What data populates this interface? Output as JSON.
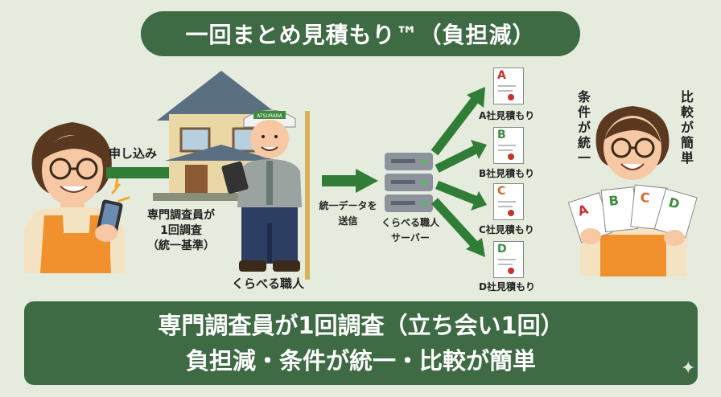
{
  "title": "一回まとめ見積もり™（負担減）",
  "flow": {
    "apply_label": "申し込み",
    "inspector_desc": [
      "専門調査員が",
      "1回調査",
      "（統一基準）"
    ],
    "inspector_name": "くらべる職人",
    "send_label": [
      "統一データを",
      "送信"
    ],
    "server_name": [
      "くらべる職人",
      "サーバー"
    ],
    "estimates": [
      {
        "letter": "A",
        "label": "A社見積もり",
        "color": "#c9302c"
      },
      {
        "letter": "B",
        "label": "B社見積もり",
        "color": "#3e8b3e"
      },
      {
        "letter": "C",
        "label": "C社見積もり",
        "color": "#d8662a"
      },
      {
        "letter": "D",
        "label": "D社見積もり",
        "color": "#3e8b3e"
      }
    ],
    "conditions_label": "条件が統一",
    "compare_label": "比較が簡単",
    "cap_text": "ATSURARA"
  },
  "banner": {
    "line1": "専門調査員が1回調査（立ち会い1回）",
    "line2": "負担減・条件が統一・比較が簡単"
  },
  "colors": {
    "green_dark": "#3e6b44",
    "arrow_green": "#2f7d36",
    "background": "#e6ecdd",
    "apron": "#f0912e"
  }
}
